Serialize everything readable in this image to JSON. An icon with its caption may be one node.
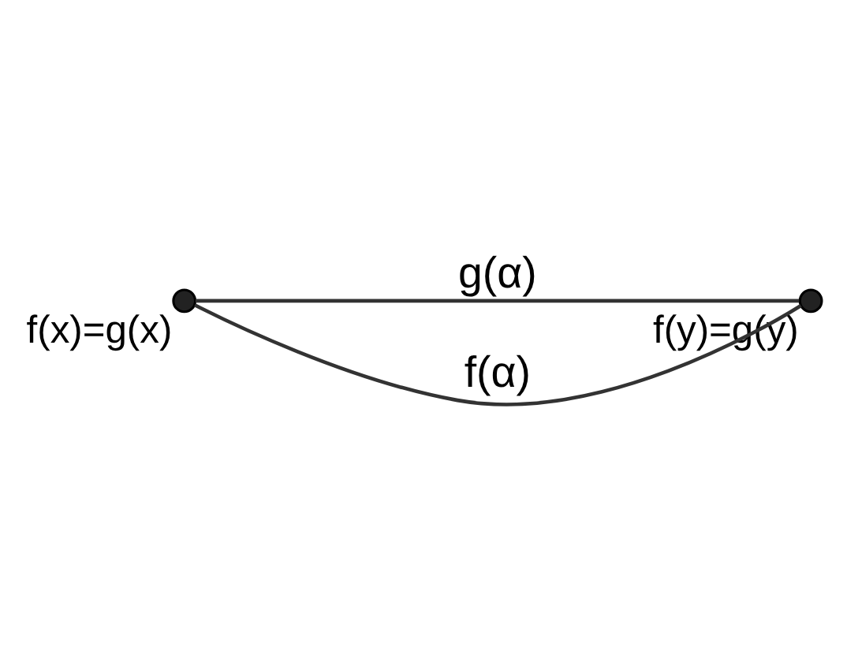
{
  "diagram": {
    "nodes": [
      {
        "text": [],
        "shape": "circle",
        "beside": [
          "f(x)=g(x)"
        ]
      },
      {
        "text": [],
        "shape": "circle",
        "beside": [
          "f(y)=g(y)"
        ]
      }
    ],
    "edges": [
      {
        "from": 0,
        "to": 1,
        "arrow": "none",
        "label": "g(α)"
      },
      {
        "from": 0,
        "to": 1,
        "arrow": "none",
        "label": "f(α)"
      }
    ]
  }
}
